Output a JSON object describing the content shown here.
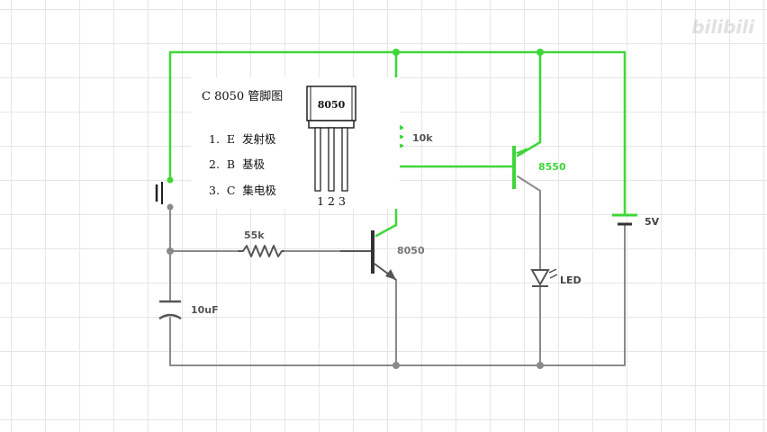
{
  "watermark": "bilibili",
  "colors": {
    "active_wire": "#3fd63a",
    "inactive_wire": "#8a8a8a",
    "label_gray": "#555555",
    "label_green": "#3fd63a"
  },
  "pinout": {
    "title": "C 8050 管脚图",
    "package_label": "8050",
    "pin_numbers": "1 2 3",
    "pins": [
      "1.  E  发射极",
      "2.  B  基极",
      "3.  C  集电极"
    ]
  },
  "components": {
    "r_collector": "10k",
    "r_base": "55k",
    "capacitor": "10uF",
    "npn": "8050",
    "pnp": "8550",
    "led": "LED",
    "battery": "5V"
  }
}
